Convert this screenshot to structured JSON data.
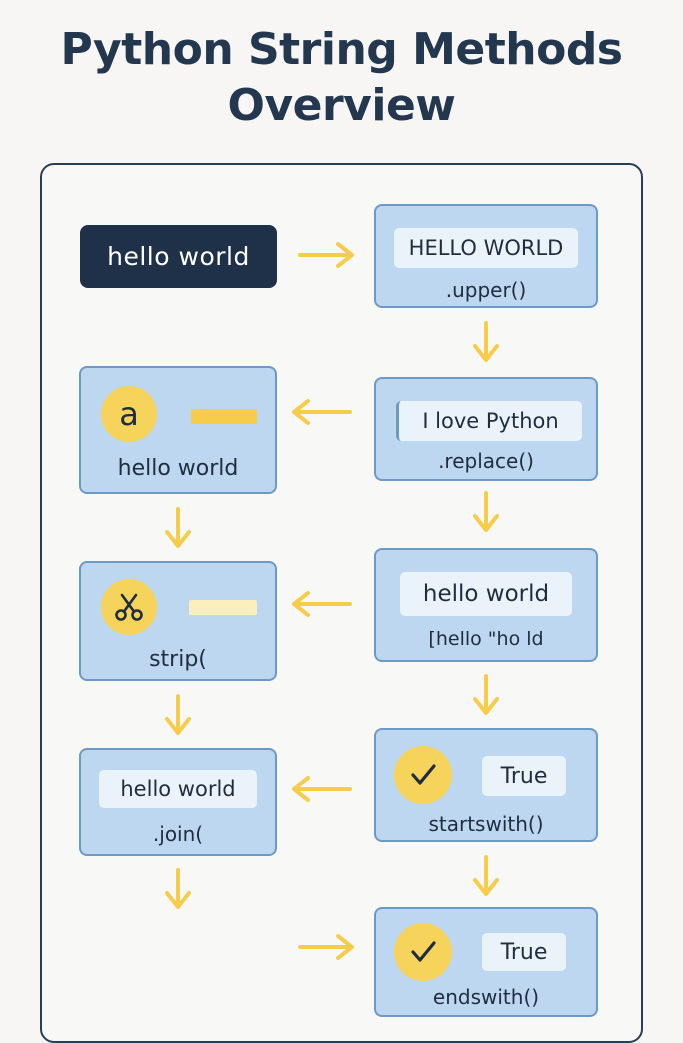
{
  "title": "Python String Methods Overview",
  "input_string": "hello world",
  "nodes": {
    "upper": {
      "result": "HELLO WORLD",
      "method": ".upper()"
    },
    "replace": {
      "result": "I love Python",
      "method": ".replace()"
    },
    "split": {
      "result": "hello world",
      "method": "[hello \"ho ld"
    },
    "left_a": {
      "icon_letter": "a",
      "caption": "hello world"
    },
    "strip": {
      "caption": "strip("
    },
    "join": {
      "result": "hello world",
      "method": ".join("
    },
    "startswith": {
      "result": "True",
      "method": "startswith()"
    },
    "endswith": {
      "result": "True",
      "method": "endswith()"
    }
  },
  "colors": {
    "title": "#23384f",
    "node_fill": "#bcd7ef",
    "node_border": "#6f99c5",
    "arrow": "#f6cd4a",
    "dark_badge": "#1f3149",
    "icon_yellow": "#f6d35a"
  },
  "icons": {
    "left_a": "letter-a-icon",
    "strip": "scissors-icon",
    "startswith": "checkmark-icon",
    "endswith": "checkmark-icon"
  }
}
